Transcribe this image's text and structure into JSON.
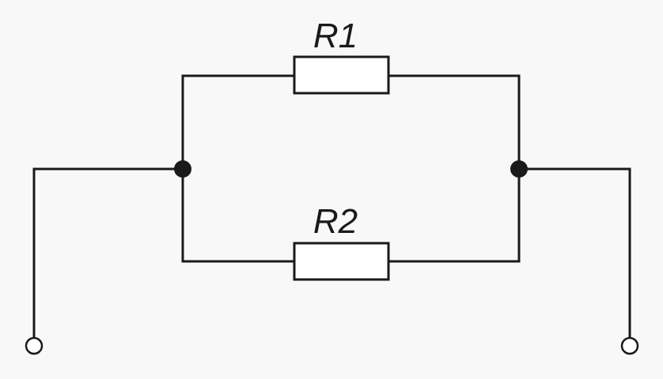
{
  "diagram": {
    "colors": {
      "background": "#f8f8f8",
      "line": "#1a1a1a",
      "fill": "#ffffff"
    },
    "resistors": [
      {
        "id": "r1",
        "label": "R1"
      },
      {
        "id": "r2",
        "label": "R2"
      }
    ],
    "junctions": [
      "left-node",
      "right-node"
    ],
    "terminals": [
      "left-terminal",
      "right-terminal"
    ]
  }
}
